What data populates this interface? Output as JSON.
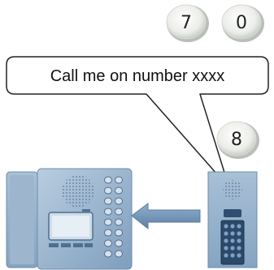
{
  "bubble": {
    "text": "Call me on number xxxx"
  },
  "keys": {
    "top_left": "7",
    "top_right": "0",
    "middle": "8"
  },
  "colors": {
    "device_blue": "#8eaac6",
    "device_dark": "#5f7f9f",
    "arrow_blue": "#6f90b2",
    "key_face": "#eaece8",
    "key_rim": "#bfc4be"
  },
  "icons": {
    "arrow": "left-arrow-icon",
    "speaker": "speaker-grille-icon"
  }
}
